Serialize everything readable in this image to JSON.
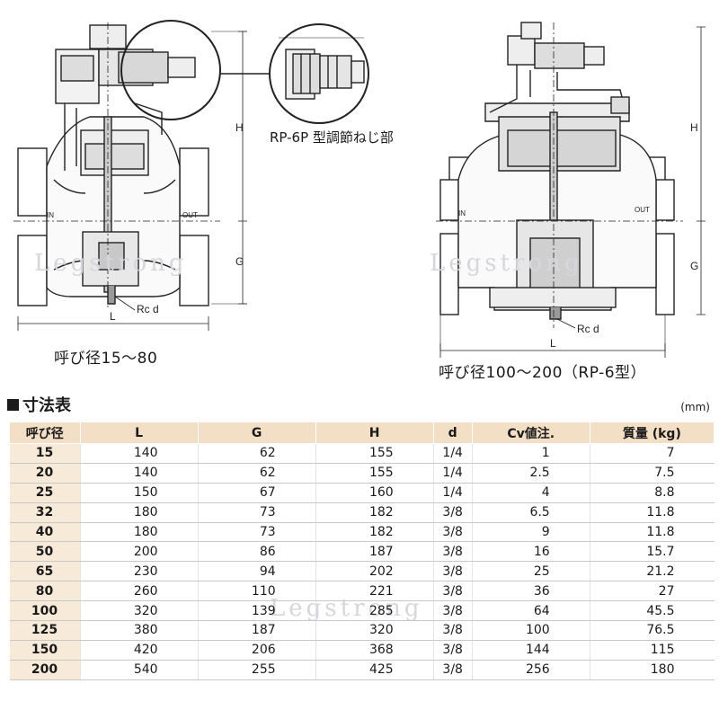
{
  "diagram": {
    "left_caption": "呼び径15～80",
    "right_caption": "呼び径100～200（RP-6型）",
    "detail_label": "RP-6P 型調節ねじ部",
    "dim_labels": {
      "H": "H",
      "G": "G",
      "L": "L",
      "rc": "Rc d",
      "in": "IN",
      "out": "OUT"
    },
    "watermark": "Legstrong"
  },
  "section_title": "寸法表",
  "unit": "(mm)",
  "table": {
    "headers": [
      "呼び径",
      "L",
      "G",
      "H",
      "d",
      "Cv値注.",
      "質量 (kg)"
    ],
    "rows": [
      [
        "15",
        "140",
        "62",
        "155",
        "1/4",
        "1",
        "7"
      ],
      [
        "20",
        "140",
        "62",
        "155",
        "1/4",
        "2.5",
        "7.5"
      ],
      [
        "25",
        "150",
        "67",
        "160",
        "1/4",
        "4",
        "8.8"
      ],
      [
        "32",
        "180",
        "73",
        "182",
        "3/8",
        "6.5",
        "11.8"
      ],
      [
        "40",
        "180",
        "73",
        "182",
        "3/8",
        "9",
        "11.8"
      ],
      [
        "50",
        "200",
        "86",
        "187",
        "3/8",
        "16",
        "15.7"
      ],
      [
        "65",
        "230",
        "94",
        "202",
        "3/8",
        "25",
        "21.2"
      ],
      [
        "80",
        "260",
        "110",
        "221",
        "3/8",
        "36",
        "27"
      ],
      [
        "100",
        "320",
        "139",
        "285",
        "3/8",
        "64",
        "45.5"
      ],
      [
        "125",
        "380",
        "187",
        "320",
        "3/8",
        "100",
        "76.5"
      ],
      [
        "150",
        "420",
        "206",
        "368",
        "3/8",
        "144",
        "115"
      ],
      [
        "200",
        "540",
        "255",
        "425",
        "3/8",
        "256",
        "180"
      ]
    ]
  }
}
